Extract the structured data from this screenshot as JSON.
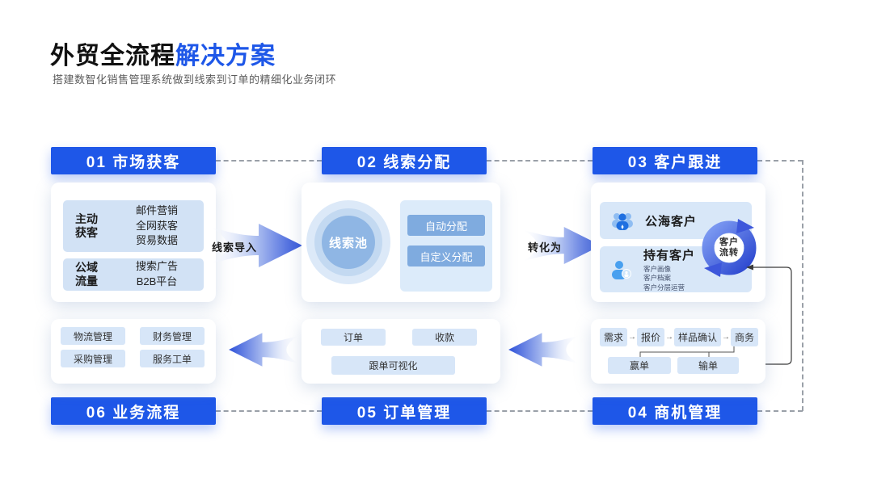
{
  "title": {
    "black": "外贸全流程",
    "blue": "解决方案",
    "subtitle": "搭建数智化销售管理系统做到线索到订单的精细化业务闭环"
  },
  "headers": {
    "h01": "01 市场获客",
    "h02": "02 线索分配",
    "h03": "03 客户跟进",
    "h04": "04 商机管理",
    "h05": "05 订单管理",
    "h06": "06 业务流程"
  },
  "acquisition": {
    "row1_label": "主动\n获客",
    "row1_items": "邮件营销\n全网获客\n贸易数据",
    "row2_label": "公域\n流量",
    "row2_items": "搜索广告\nB2B平台"
  },
  "leads": {
    "pool": "线索池",
    "auto": "自动分配",
    "custom": "自定义分配"
  },
  "arrows": {
    "import": "线索导入",
    "convert": "转化为"
  },
  "customers": {
    "public": "公海客户",
    "owned": "持有客户",
    "owned_sub": "客户画像\n客户档案\n客户分层运营",
    "cycle": "客户\n流转"
  },
  "opportunity": {
    "stages": [
      "需求",
      "报价",
      "样品确认",
      "商务"
    ],
    "stage_arrow": "→",
    "win": "赢单",
    "lose": "输单"
  },
  "orders": {
    "chip1": "订单",
    "chip2": "收款",
    "wide": "跟单可视化"
  },
  "process": {
    "chips": [
      "物流管理",
      "财务管理",
      "采购管理",
      "服务工单"
    ]
  },
  "colors": {
    "header_blue": "#1E57E8",
    "accent_blue": "#2E51D9",
    "light_blue": "#D7E6F8",
    "pool_inner": "#8FB6E4"
  }
}
